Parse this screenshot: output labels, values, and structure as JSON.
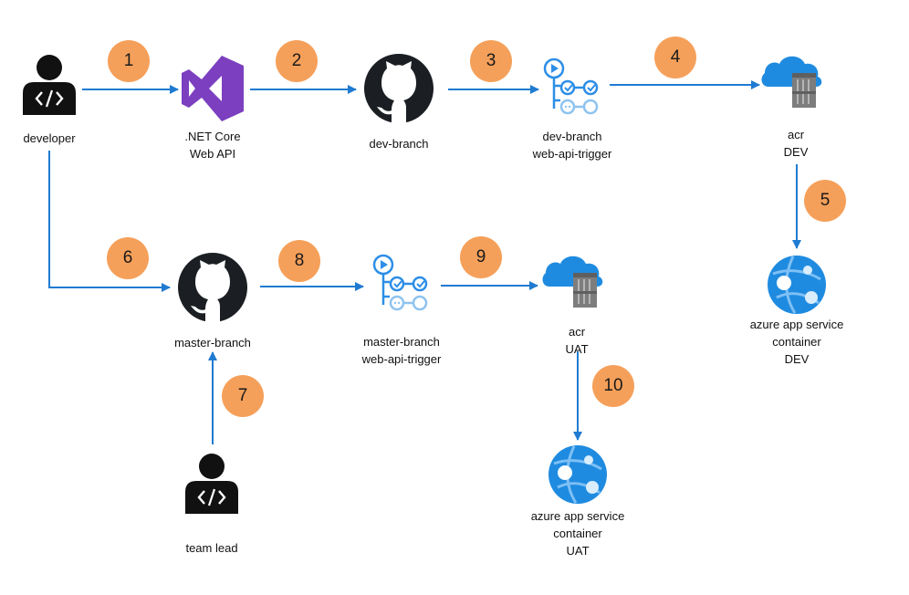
{
  "nodes": {
    "developer": {
      "label": [
        "developer"
      ],
      "icon": "developer-person-icon"
    },
    "dotnet": {
      "label": [
        ".NET Core",
        "Web API"
      ],
      "icon": "visual-studio-icon"
    },
    "dev_branch": {
      "label": [
        "dev-branch"
      ],
      "icon": "github-icon"
    },
    "dev_trigger": {
      "label": [
        "dev-branch",
        "web-api-trigger"
      ],
      "icon": "pipeline-icon"
    },
    "acr_dev": {
      "label": [
        "acr",
        "DEV"
      ],
      "icon": "container-registry-icon"
    },
    "app_dev": {
      "label": [
        "azure app service",
        "container",
        "DEV"
      ],
      "icon": "app-service-icon"
    },
    "master_branch": {
      "label": [
        "master-branch"
      ],
      "icon": "github-icon"
    },
    "master_trigger": {
      "label": [
        "master-branch",
        "web-api-trigger"
      ],
      "icon": "pipeline-icon"
    },
    "acr_uat": {
      "label": [
        "acr",
        "UAT"
      ],
      "icon": "container-registry-icon"
    },
    "app_uat": {
      "label": [
        "azure app service",
        "container",
        "UAT"
      ],
      "icon": "app-service-icon"
    },
    "team_lead": {
      "label": [
        "team lead"
      ],
      "icon": "developer-person-icon"
    }
  },
  "steps": [
    "1",
    "2",
    "3",
    "4",
    "5",
    "6",
    "7",
    "8",
    "9",
    "10"
  ],
  "edges": [
    {
      "from": "developer",
      "to": "dotnet",
      "step": "1"
    },
    {
      "from": "dotnet",
      "to": "dev_branch",
      "step": "2"
    },
    {
      "from": "dev_branch",
      "to": "dev_trigger",
      "step": "3"
    },
    {
      "from": "dev_trigger",
      "to": "acr_dev",
      "step": "4"
    },
    {
      "from": "acr_dev",
      "to": "app_dev",
      "step": "5"
    },
    {
      "from": "developer",
      "to": "master_branch",
      "step": "6"
    },
    {
      "from": "team_lead",
      "to": "master_branch",
      "step": "7"
    },
    {
      "from": "master_branch",
      "to": "master_trigger",
      "step": "8"
    },
    {
      "from": "master_trigger",
      "to": "acr_uat",
      "step": "9"
    },
    {
      "from": "acr_uat",
      "to": "app_uat",
      "step": "10"
    }
  ],
  "colors": {
    "arrow": "#1f7bd1",
    "badge": "#F5A05A",
    "vs_purple": "#7B3FBF",
    "azure_blue": "#1F8BE0",
    "trigger_blue": "#2d8ee6"
  }
}
